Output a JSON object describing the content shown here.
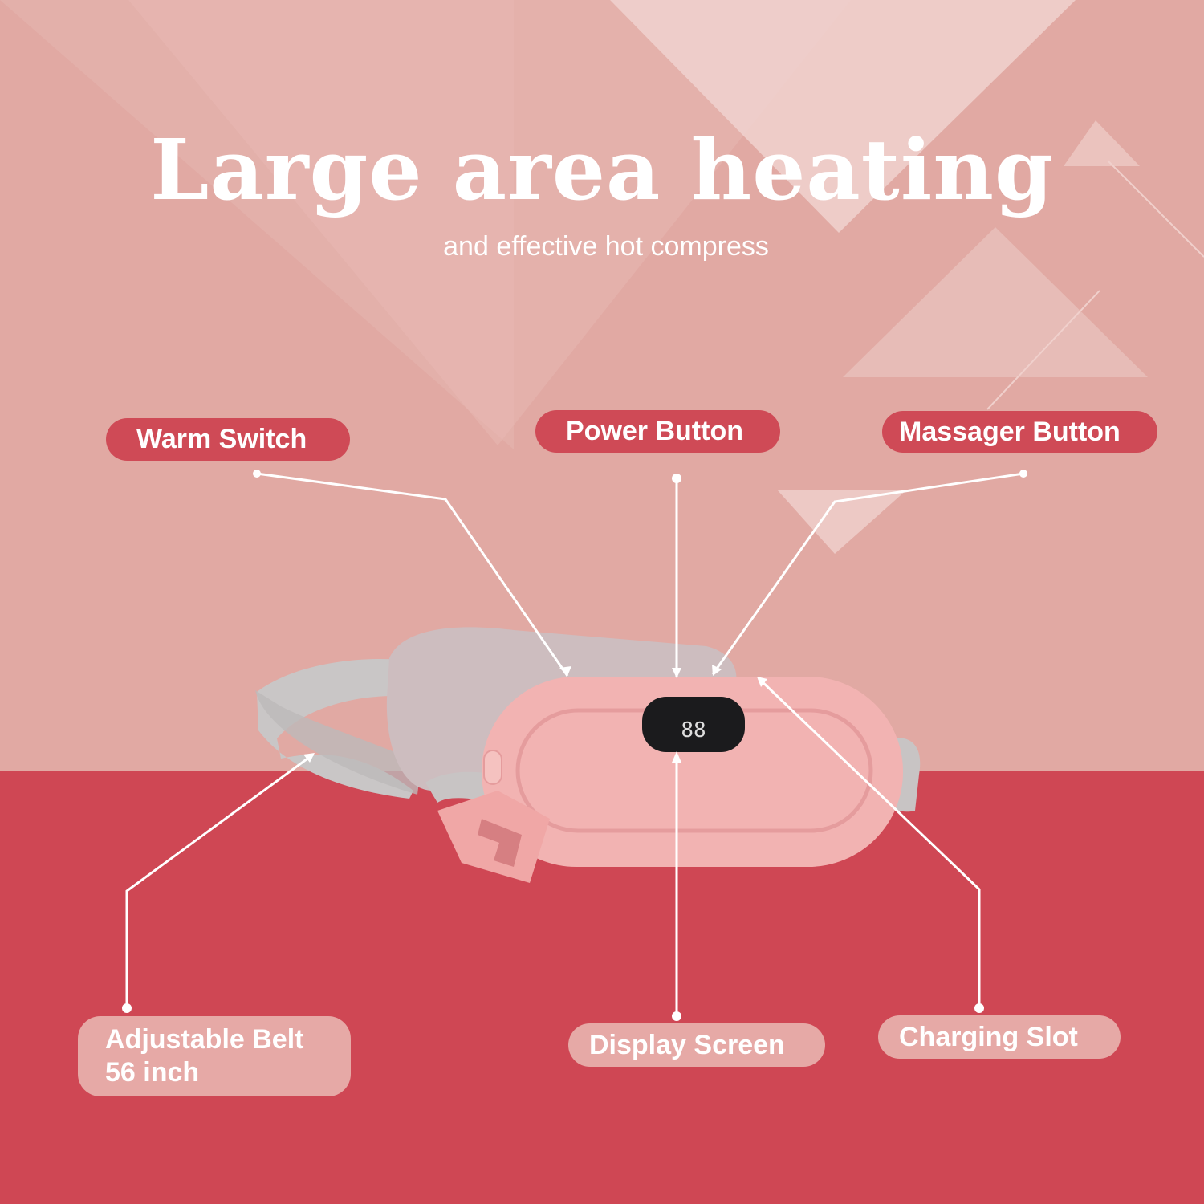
{
  "headline": "Large area heating",
  "subheadline": "and effective hot compress",
  "callouts": {
    "warm_switch": "Warm Switch",
    "power_button": "Power Button",
    "massager_button": "Massager Button",
    "adjustable_belt_line1": "Adjustable Belt",
    "adjustable_belt_line2": "56 inch",
    "display_screen": "Display Screen",
    "charging_slot": "Charging Slot"
  },
  "display_digits": "88",
  "colors": {
    "background_top": "#e1a9a3",
    "background_bottom": "#cf4754",
    "pill_dark": "#cf4a56",
    "pill_light": "#e6a9a6",
    "device_body": "#f2b3b2",
    "belt_gray": "#c8c4c4",
    "text": "#ffffff"
  },
  "icons": [
    "sparkle-triangle-decoration",
    "heating-pad-device"
  ]
}
